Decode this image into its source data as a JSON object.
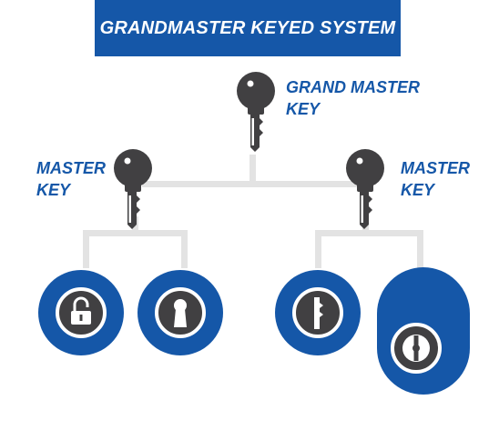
{
  "title": "GRANDMASTER KEYED SYSTEM",
  "labels": {
    "grand_master_line1": "GRAND MASTER",
    "grand_master_line2": "KEY",
    "master_left_line1": "MASTER",
    "master_left_line2": "KEY",
    "master_right_line1": "MASTER",
    "master_right_line2": "KEY"
  },
  "colors": {
    "brand_blue": "#1557a8",
    "key_dark": "#414042",
    "connector_gray": "#e3e3e3",
    "white": "#ffffff"
  },
  "nodes": [
    {
      "name": "grand-master-key-icon",
      "icon": "key"
    },
    {
      "name": "master-key-left-icon",
      "icon": "key"
    },
    {
      "name": "master-key-right-icon",
      "icon": "key"
    },
    {
      "name": "padlock-icon",
      "icon": "padlock"
    },
    {
      "name": "keyhole-icon",
      "icon": "keyhole"
    },
    {
      "name": "key-in-lock-icon",
      "icon": "key-cylinder"
    },
    {
      "name": "door-lock-icon",
      "icon": "knob-lock"
    }
  ]
}
